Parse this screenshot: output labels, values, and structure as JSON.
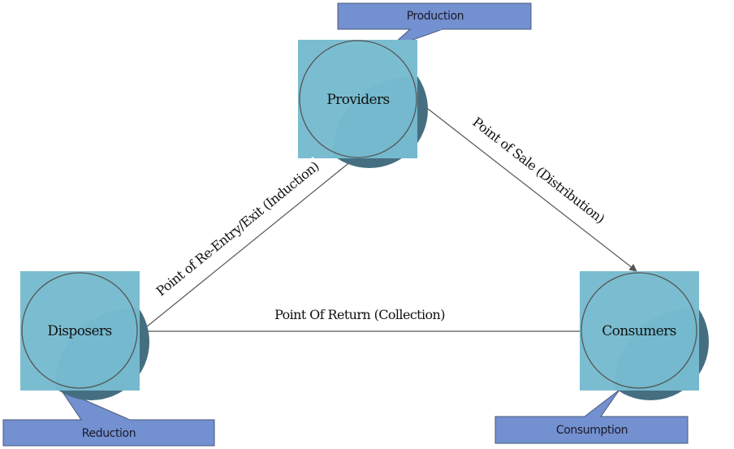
{
  "diagram": {
    "nodes": {
      "providers": {
        "label": "Providers"
      },
      "disposers": {
        "label": "Disposers"
      },
      "consumers": {
        "label": "Consumers"
      }
    },
    "edges": {
      "sale": {
        "label": "Point of Sale (Distribution)",
        "from": "Providers",
        "to": "Consumers"
      },
      "reentry": {
        "label": "Point of Re-Entry/Exit (Induction)",
        "from": "Disposers",
        "to": "Providers"
      },
      "return": {
        "label": "Point Of Return (Collection)",
        "from": "Consumers",
        "to": "Disposers"
      }
    },
    "callouts": {
      "production": {
        "label": "Production",
        "target": "Providers"
      },
      "reduction": {
        "label": "Reduction",
        "target": "Disposers"
      },
      "consumption": {
        "label": "Consumption",
        "target": "Consumers"
      }
    },
    "colors": {
      "node_fill": "#7bbdd0",
      "node_fill_inner": "#6cb6cc",
      "node_shadow": "#456f80",
      "callout_fill": "#7390d0",
      "callout_border": "#4a5a7a",
      "edge": "#555555"
    }
  }
}
